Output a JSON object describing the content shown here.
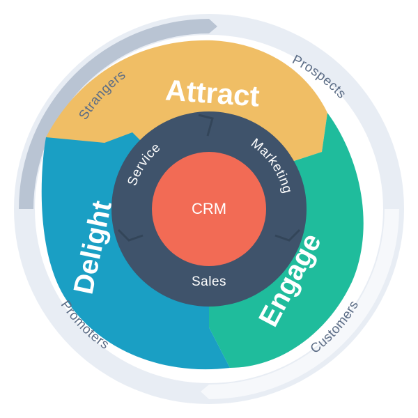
{
  "center": {
    "label": "CRM"
  },
  "stages": {
    "attract": "Attract",
    "engage": "Engage",
    "delight": "Delight"
  },
  "teams": {
    "marketing": "Marketing",
    "sales": "Sales",
    "service": "Service"
  },
  "audiences": {
    "strangers": "Strangers",
    "prospects": "Prospects",
    "customers": "Customers",
    "promoters": "Promoters"
  },
  "colors": {
    "outer_ring": "#e8edf4",
    "outer_ring_shade": "#a9b6c8",
    "attract": "#f0be65",
    "engage": "#1fbc9c",
    "delight": "#1a9fc4",
    "inner_ring": "#3f536b",
    "crm": "#f26b55",
    "outer_text": "#5b6c85",
    "light_text": "#ffffff"
  }
}
